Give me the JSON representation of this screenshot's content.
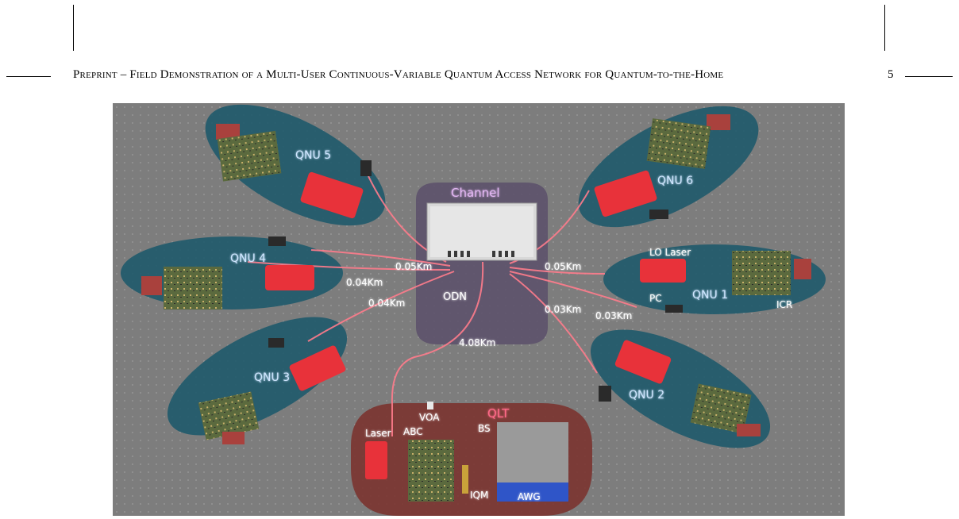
{
  "header": {
    "title": "Preprint – Field Demonstration of a Multi-User Continuous-Variable Quantum Access Network for Quantum-to-the-Home",
    "page_number": "5"
  },
  "figure": {
    "channel_label": "Channel",
    "odn_label": "ODN",
    "qlt_label": "QLT",
    "qnu_labels": [
      "QNU 1",
      "QNU 2",
      "QNU 3",
      "QNU 4",
      "QNU 5",
      "QNU 6"
    ],
    "distances": {
      "qnu5": "0.05Km",
      "qnu6": "0.05Km",
      "qnu4": "0.04Km",
      "qnu3": "0.04Km",
      "qnu2": "0.03Km",
      "qnu1": "0.03Km",
      "feeder": "4.08Km"
    },
    "component_labels": {
      "lo_laser": "LO Laser",
      "pc": "PC",
      "icr": "ICR",
      "voa": "VOA",
      "abc": "ABC",
      "laser": "Laser",
      "bs": "BS",
      "iqm": "IQM",
      "awg": "AWG"
    },
    "colors": {
      "background": "#7d7d7d",
      "platform": "#1f5a6b",
      "qlt_platform": "#7a2f2a",
      "channel_platform": "#5a4f6a",
      "device_red": "#e8323a",
      "fiber": "#ff7c8c",
      "label_blue": "#cfe6ff",
      "qlt_label": "#ff6a88",
      "channel_label": "#e4b8f4"
    }
  }
}
